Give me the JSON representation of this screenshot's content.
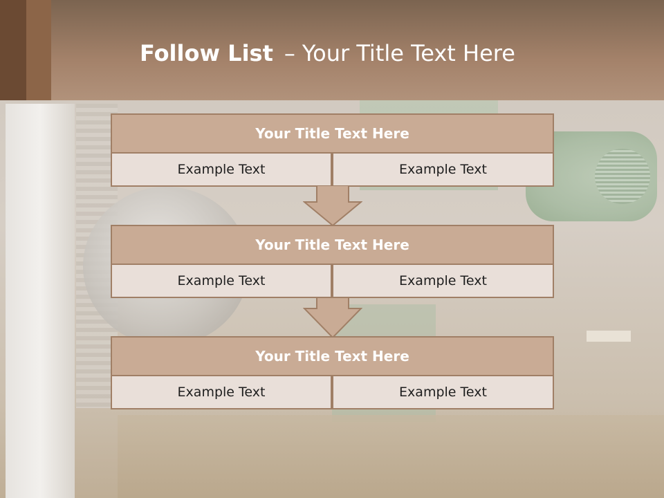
{
  "slide": {
    "title_bold": "Follow List",
    "title_separator": "–",
    "title_rest": "Your Title Text Here"
  },
  "steps": [
    {
      "title": "Your Title Text Here",
      "left": "Example Text",
      "right": "Example Text"
    },
    {
      "title": "Your Title Text Here",
      "left": "Example Text",
      "right": "Example Text"
    },
    {
      "title": "Your Title Text Here",
      "left": "Example Text",
      "right": "Example Text"
    }
  ],
  "colors": {
    "header": "#a4826a",
    "box_title": "#c9ab95",
    "box_cell": "#e9dfd9",
    "border": "#a07f66"
  },
  "icons": [
    "down-arrow-icon",
    "down-arrow-icon"
  ]
}
